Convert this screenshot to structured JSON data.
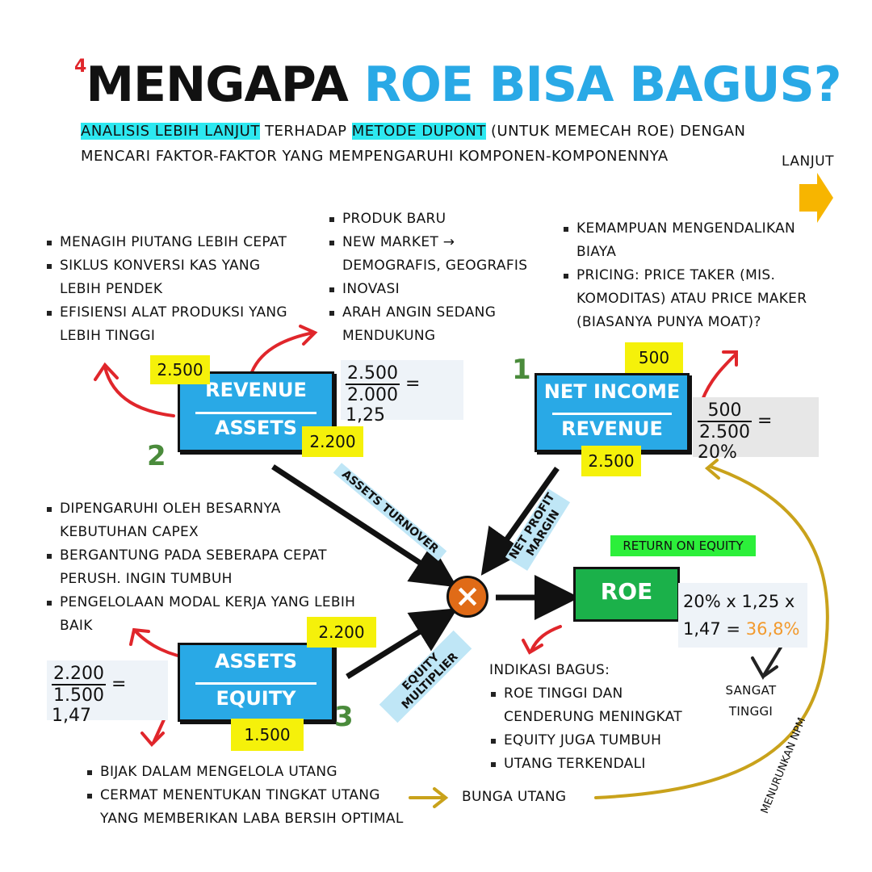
{
  "title": {
    "num": "4",
    "part1": "MENGAPA",
    "part2": "ROE BISA BAGUS?"
  },
  "subtitle": {
    "hl1": "ANALISIS LEBIH LANJUT",
    "mid1": " TERHADAP ",
    "hl2": "METODE DUPONT",
    "mid2": " (UNTUK MEMECAH ROE) DENGAN",
    "line2": "MENCARI FAKTOR-FAKTOR YANG MEMPENGARUHI KOMPONEN-KOMPONENNYA"
  },
  "nav": {
    "next_label": "LANJUT"
  },
  "asset_factors": [
    "MENAGIH PIUTANG LEBIH CEPAT",
    "SIKLUS KONVERSI KAS YANG LEBIH PENDEK",
    "EFISIENSI ALAT PRODUKSI YANG LEBIH TINGGI"
  ],
  "revenue_factors": [
    "PRODUK BARU",
    "NEW MARKET → DEMOGRAFIS, GEOGRAFIS",
    "INOVASI",
    "ARAH ANGIN SEDANG MENDUKUNG"
  ],
  "netincome_factors": [
    "KEMAMPUAN MENGENDALIKAN BIAYA",
    "PRICING: PRICE TAKER (MIS. KOMODITAS) ATAU PRICE MAKER (BIASANYA PUNYA MOAT)?"
  ],
  "assets_growth_factors": [
    "DIPENGARUHI OLEH BESARNYA KEBUTUHAN CAPEX",
    "BERGANTUNG PADA SEBERAPA CEPAT PERUSH. INGIN TUMBUH",
    "PENGELOLAAN MODAL KERJA YANG LEBIH BAIK"
  ],
  "equity_factors": [
    "BIJAK DALAM MENGELOLA UTANG",
    "CERMAT MENENTUKAN TINGKAT UTANG YANG MEMBERIKAN LABA BERSIH OPTIMAL"
  ],
  "turnover": {
    "number": "2",
    "numerator": "REVENUE",
    "denominator": "ASSETS",
    "num_value": "2.500",
    "den_value": "2.200",
    "calc_num": "2.500",
    "calc_den": "2.000",
    "calc_result": "= 1,25",
    "arrow_label": "ASSETS TURNOVER"
  },
  "margin": {
    "number": "1",
    "numerator": "NET INCOME",
    "denominator": "REVENUE",
    "num_value": "500",
    "den_value": "2.500",
    "calc_num": "500",
    "calc_den": "2.500",
    "calc_result": "= 20%",
    "arrow_label": "NET PROFIT MARGIN"
  },
  "multiplier": {
    "number": "3",
    "numerator": "ASSETS",
    "denominator": "EQUITY",
    "num_value": "2.200",
    "den_value": "1.500",
    "calc_num": "2.200",
    "calc_den": "1.500",
    "calc_result": "= 1,47",
    "arrow_label": "EQUITY MULTIPLIER"
  },
  "operator": "×",
  "roe": {
    "label": "RETURN ON EQUITY",
    "box": "ROE",
    "calc_line1": "20% x 1,25 x",
    "calc_line2_prefix": "1,47 = ",
    "calc_result": "36,8%",
    "result_color": "#f29a2e",
    "note": "SANGAT TINGGI"
  },
  "indication": {
    "title": "INDIKASI BAGUS:",
    "items": [
      "ROE TINGGI DAN CENDERUNG MENINGKAT",
      "EQUITY JUGA TUMBUH",
      "UTANG TERKENDALI"
    ]
  },
  "interest": {
    "label": "BUNGA UTANG",
    "effect": "MENURUNKAN NPM"
  },
  "colors": {
    "box_blue": "#29a9e6",
    "roe_green": "#1bb14a",
    "highlight_yellow": "#f5f10a",
    "arrow_red": "#e0262b",
    "arrow_gold": "#c9a21b"
  }
}
